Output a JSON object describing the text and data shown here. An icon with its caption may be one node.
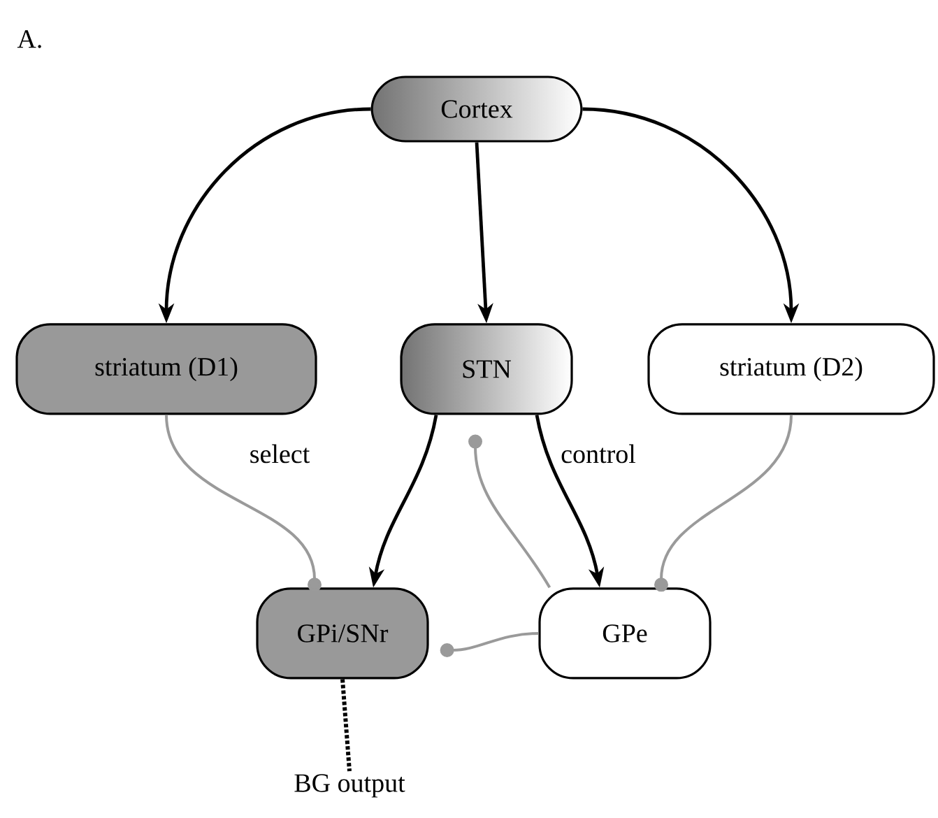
{
  "diagram": {
    "nodes": [
      {
        "text": [
          "Cortex"
        ]
      },
      {
        "text": [
          "striatum (D1)"
        ]
      },
      {
        "text": [
          "STN"
        ]
      },
      {
        "text": [
          "striatum (D2)"
        ]
      },
      {
        "text": [
          "GPi/SNr"
        ]
      },
      {
        "text": [
          "GPe"
        ]
      },
      {
        "text": [
          "BG output"
        ]
      }
    ],
    "edges": [
      {
        "from": 0,
        "to": 1,
        "arrow": "to"
      },
      {
        "from": 0,
        "to": 2,
        "arrow": "to"
      },
      {
        "from": 0,
        "to": 3,
        "arrow": "to"
      },
      {
        "from": 1,
        "to": 4,
        "arrow": "other",
        "color": "#9a9a9a"
      },
      {
        "from": 2,
        "to": 4,
        "arrow": "to"
      },
      {
        "from": 2,
        "to": 5,
        "arrow": "to"
      },
      {
        "from": 3,
        "to": 5,
        "arrow": "other",
        "color": "#9a9a9a"
      },
      {
        "from": 5,
        "to": 2,
        "arrow": "other",
        "color": "#9a9a9a"
      },
      {
        "from": 5,
        "to": 4,
        "arrow": "other",
        "color": "#9a9a9a"
      },
      {
        "from": 4,
        "to": 6,
        "arrow": "none",
        "style": "dashed"
      }
    ],
    "labels": [
      "A.",
      "select",
      "control"
    ]
  }
}
